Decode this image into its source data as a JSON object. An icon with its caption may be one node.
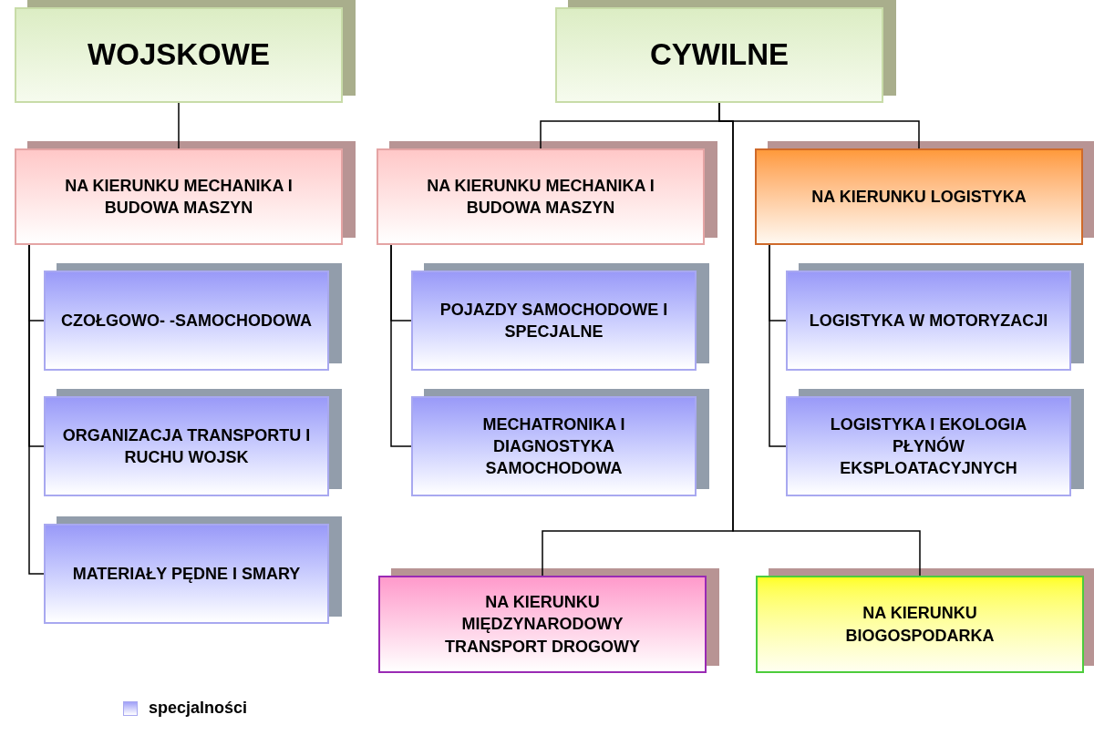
{
  "diagram": {
    "nodes": [
      {
        "text": [
          "WOJSKOWE"
        ]
      },
      {
        "text": [
          "NA KIERUNKU MECHANIKA I BUDOWA MASZYN"
        ]
      },
      {
        "text": [
          "CZOŁGOWO- -SAMOCHODOWA"
        ]
      },
      {
        "text": [
          "ORGANIZACJA TRANSPORTU I RUCHU WOJSK"
        ]
      },
      {
        "text": [
          "MATERIAŁY PĘDNE I SMARY"
        ]
      },
      {
        "text": [
          "CYWILNE"
        ]
      },
      {
        "text": [
          "NA KIERUNKU MECHANIKA I BUDOWA MASZYN"
        ]
      },
      {
        "text": [
          "POJAZDY SAMOCHODOWE I SPECJALNE"
        ]
      },
      {
        "text": [
          "MECHATRONIKA I DIAGNOSTYKA SAMOCHODOWA"
        ]
      },
      {
        "text": [
          "NA KIERUNKU LOGISTYKA"
        ]
      },
      {
        "text": [
          "LOGISTYKA W MOTORYZACJI"
        ]
      },
      {
        "text": [
          "LOGISTYKA I EKOLOGIA PŁYNÓW EKSPLOATACYJNYCH"
        ]
      },
      {
        "text": [
          "NA KIERUNKU MIĘDZYNARODOWY TRANSPORT DROGOWY"
        ]
      },
      {
        "text": [
          "NA KIERUNKU BIOGOSPODARKA"
        ]
      }
    ],
    "edges": [
      {
        "from": 0,
        "to": 1,
        "arrow": "none"
      },
      {
        "from": 1,
        "to": 2,
        "arrow": "none"
      },
      {
        "from": 1,
        "to": 3,
        "arrow": "none"
      },
      {
        "from": 1,
        "to": 4,
        "arrow": "none"
      },
      {
        "from": 5,
        "to": 6,
        "arrow": "none"
      },
      {
        "from": 5,
        "to": 9,
        "arrow": "none"
      },
      {
        "from": 5,
        "to": 12,
        "arrow": "none"
      },
      {
        "from": 5,
        "to": 13,
        "arrow": "none"
      },
      {
        "from": 6,
        "to": 7,
        "arrow": "none"
      },
      {
        "from": 6,
        "to": 8,
        "arrow": "none"
      },
      {
        "from": 9,
        "to": 10,
        "arrow": "none"
      },
      {
        "from": 9,
        "to": 11,
        "arrow": "none"
      }
    ],
    "legend": [
      {
        "text": "specjalności",
        "color": "#a0a0f8"
      }
    ]
  }
}
